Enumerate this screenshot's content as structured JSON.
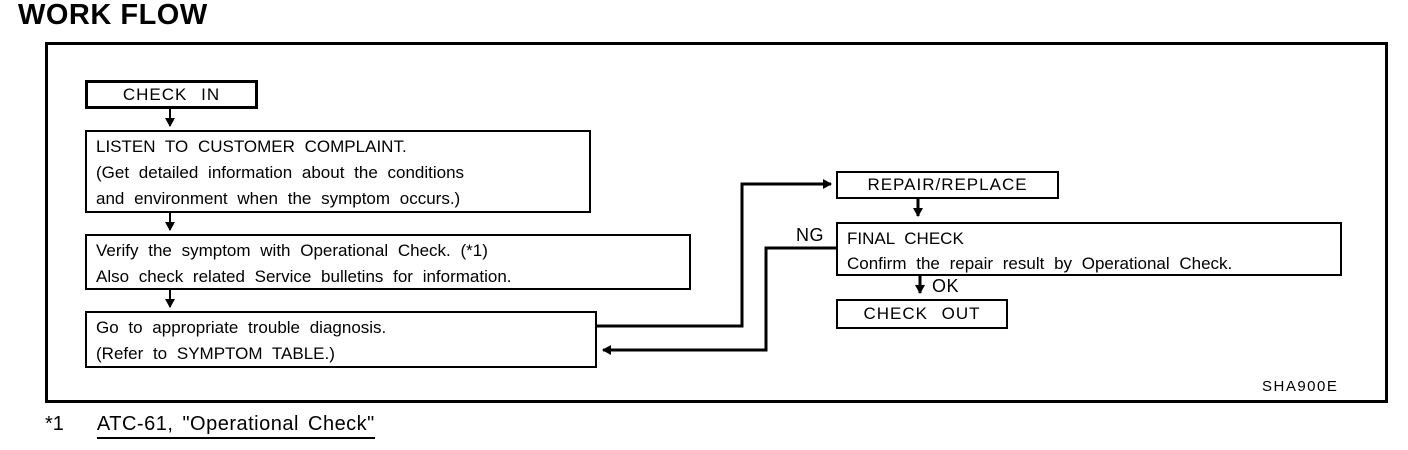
{
  "page": {
    "title": "WORK FLOW"
  },
  "diagram": {
    "figure_code": "SHA900E",
    "boxes": {
      "check_in": {
        "label": "CHECK IN"
      },
      "listen": {
        "line1": "LISTEN TO CUSTOMER COMPLAINT.",
        "line2": "(Get detailed information about the conditions",
        "line3": "and environment when the symptom occurs.)"
      },
      "verify": {
        "line1": "Verify the symptom with Operational Check. (*1)",
        "line2": "Also check related Service bulletins for information."
      },
      "go_to_diagnosis": {
        "line1": "Go to appropriate trouble diagnosis.",
        "line2": "(Refer to SYMPTOM TABLE.)"
      },
      "repair_replace": {
        "label": "REPAIR/REPLACE"
      },
      "final_check": {
        "line1": "FINAL CHECK",
        "line2": "Confirm the repair result by Operational Check."
      },
      "check_out": {
        "label": "CHECK OUT"
      }
    },
    "edge_labels": {
      "ng": "NG",
      "ok": "OK"
    }
  },
  "footnote": {
    "marker": "*1",
    "reference": "ATC-61, \"Operational Check\""
  },
  "colors": {
    "ink": "#000000",
    "background": "#ffffff"
  }
}
